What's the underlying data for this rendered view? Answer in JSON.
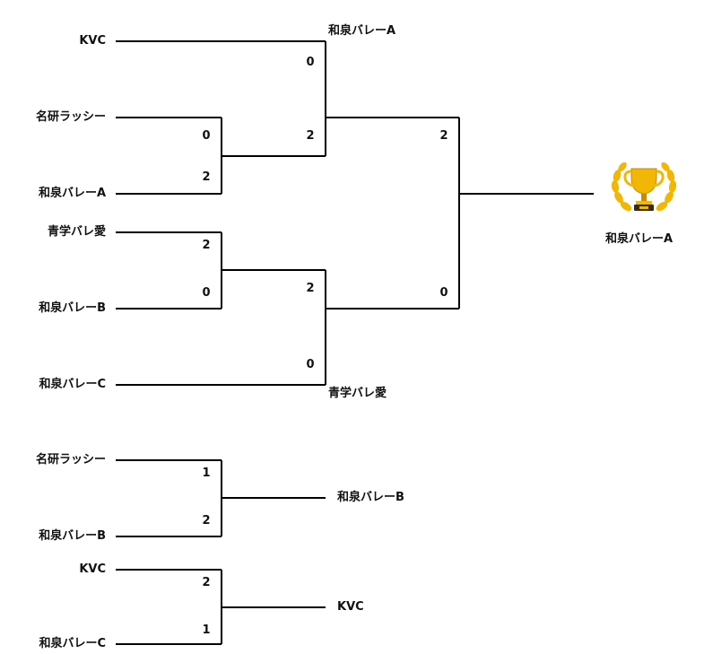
{
  "main_bracket": {
    "teams": [
      "KVC",
      "名研ラッシー",
      "和泉バレーA",
      "青学バレ愛",
      "和泉バレーB",
      "和泉バレーC"
    ],
    "r1_match_1": {
      "top_score": "0",
      "bottom_score": "2"
    },
    "r1_match_2": {
      "top_score": "2",
      "bottom_score": "0"
    },
    "semi_1": {
      "winner": "和泉バレーA",
      "top_score": "0",
      "bottom_score": "2"
    },
    "semi_2": {
      "winner": "青学バレ愛",
      "top_score": "2",
      "bottom_score": "0"
    },
    "final": {
      "top_score": "2",
      "bottom_score": "0"
    },
    "champion": "和泉バレーA"
  },
  "extra_match_1": {
    "teams": [
      "名研ラッシー",
      "和泉バレーB"
    ],
    "top_score": "1",
    "bottom_score": "2",
    "winner": "和泉バレーB"
  },
  "extra_match_2": {
    "teams": [
      "KVC",
      "和泉バレーC"
    ],
    "top_score": "2",
    "bottom_score": "1",
    "winner": "KVC"
  },
  "colors": {
    "line": "#000000",
    "trophy_gold": "#f2b705",
    "trophy_dark": "#c98a00",
    "base": "#3a2a12"
  }
}
